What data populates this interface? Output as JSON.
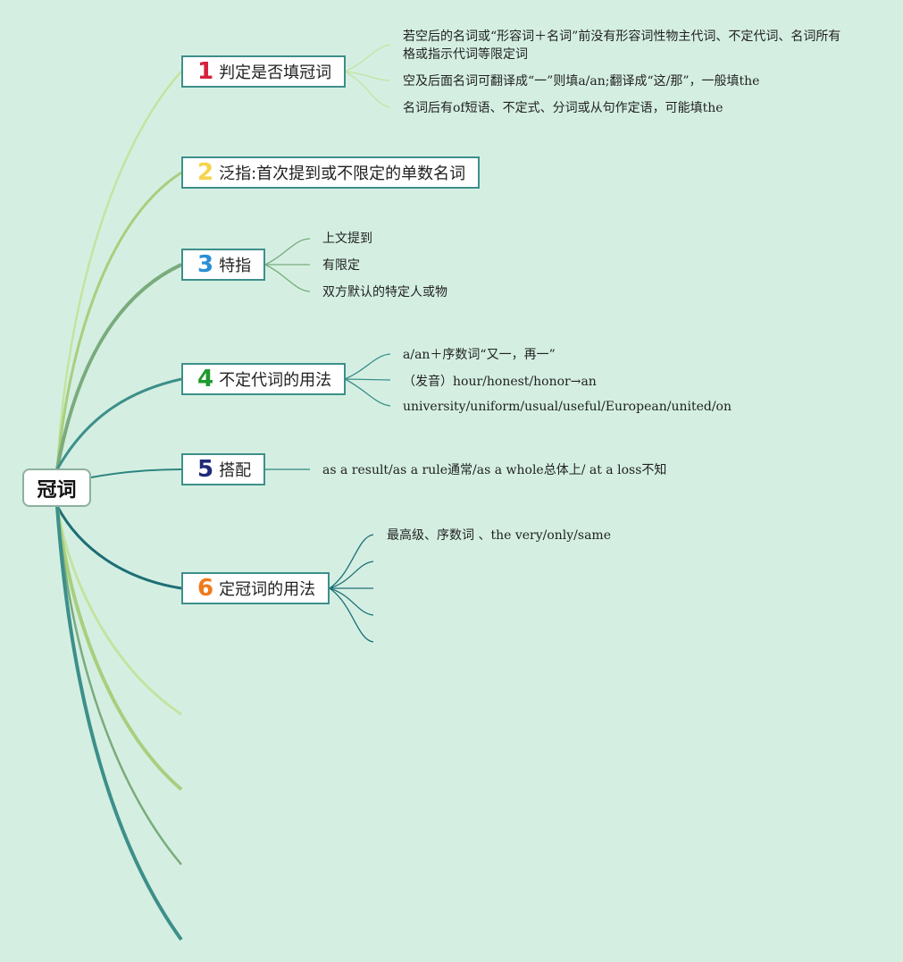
{
  "root": {
    "label": "冠词"
  },
  "topics": [
    {
      "number": "1",
      "number_color": "#d6213c",
      "label": "判定是否填冠词",
      "children": [
        "若空后的名词或“形容词＋名词”前没有形容词性物主代词、不定代词、名词所有格或指示代词等限定词",
        "空及后面名词可翻译成“一”则填a/an;翻译成“这/那”，一般填the",
        "名词后有of短语、不定式、分词或从句作定语，可能填the"
      ]
    },
    {
      "number": "2",
      "number_color": "#f5d44a",
      "label": "泛指:首次提到或不限定的单数名词",
      "children": []
    },
    {
      "number": "3",
      "number_color": "#2b8fd6",
      "label": "特指",
      "children": [
        "上文提到",
        "有限定",
        "双方默认的特定人或物"
      ]
    },
    {
      "number": "4",
      "number_color": "#1f9a2e",
      "label": "不定代词的用法",
      "children": [
        "a/an＋序数词“又一，再一”",
        "（发音）hour/honest/honor→an",
        "university/uniform/usual/useful/European/united/on"
      ]
    },
    {
      "number": "5",
      "number_color": "#1e2a7a",
      "label": "搭配",
      "children": [
        "as a result/as a rule通常/as a whole总体上/ at a loss不知"
      ]
    },
    {
      "number": "6",
      "number_color": "#f07a1a",
      "label": "定冠词的用法",
      "children": [
        "最高级、序数词 、the very/only/same",
        "",
        "",
        "",
        ""
      ]
    }
  ],
  "colors": {
    "background": "#d4efe2",
    "topic_border": "#3d8f8a",
    "branch_palette": [
      "#c5e3a0",
      "#a7cf7e",
      "#7aab7c",
      "#3d8f8a",
      "#2f8580",
      "#1d6e74"
    ]
  }
}
